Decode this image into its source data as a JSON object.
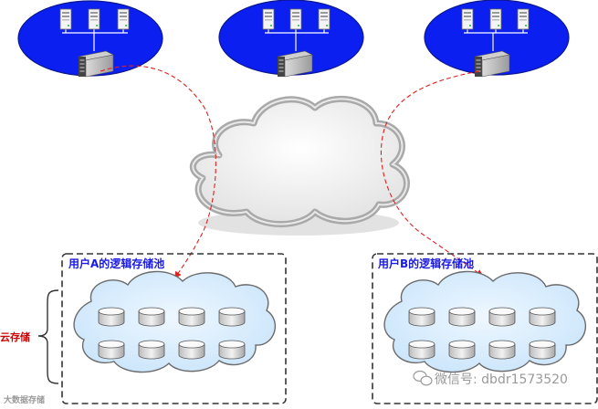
{
  "pools": [
    {
      "title": "用户A的逻辑存储池"
    },
    {
      "title": "用户B的逻辑存储池"
    }
  ],
  "side_label": "云存储",
  "watermark": {
    "wechat": "微信号: dbdr1573520",
    "left": "大数据存储"
  },
  "icons": {
    "lan": "server-lan-icon",
    "cloud": "cloud-icon",
    "disk": "disk-cylinder-icon",
    "wechat": "wechat-icon"
  },
  "colors": {
    "lan_blue": "#0a1ff0",
    "link_red": "#e02020",
    "pool_title": "#1a1ae6",
    "side_label": "#cc0000"
  }
}
